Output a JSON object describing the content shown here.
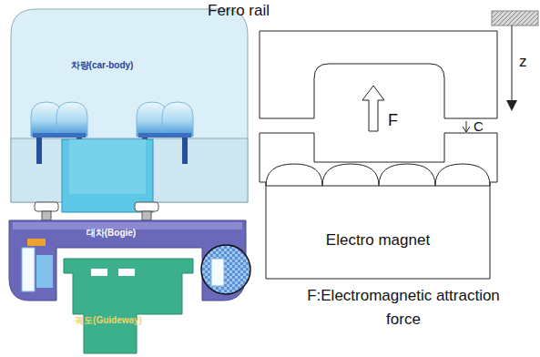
{
  "diagram": {
    "caption": "F:Electromagnetic attraction force",
    "nodes": [
      {
        "text": [
          "차량(car-body)"
        ]
      },
      {
        "text": [
          "대차(Bogie)"
        ]
      },
      {
        "text": [
          "궤도(Guideway)"
        ]
      },
      {
        "text": [
          "Ferro rail"
        ]
      },
      {
        "text": [
          "Electro magnet"
        ]
      }
    ],
    "edges": [],
    "labels": [
      "F",
      "C",
      "z"
    ]
  }
}
